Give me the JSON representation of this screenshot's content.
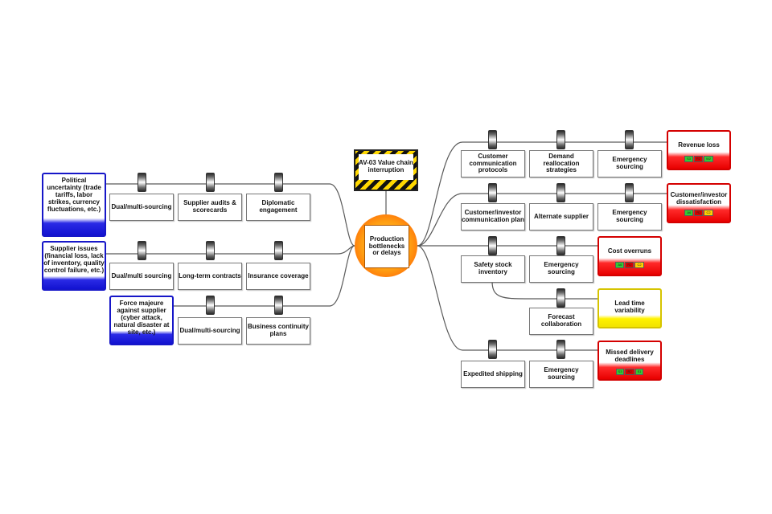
{
  "hazard": {
    "label": "AV-03 Value chain interruption"
  },
  "top_event": {
    "label": "Production bottlenecks or delays"
  },
  "threats": [
    {
      "label": "Political uncertainty (trade tariffs, labor strikes, currency fluctuations, etc.)",
      "barriers": [
        "Dual/multi-sourcing",
        "Supplier audits & scorecards",
        "Diplomatic engagement"
      ]
    },
    {
      "label": "Supplier issues (financial loss, lack of inventory, quality control failure, etc.)",
      "barriers": [
        "Dual/multi sourcing",
        "Long-term contracts",
        "Insurance coverage"
      ]
    },
    {
      "label": "Force majeure against supplier (cyber attack, natural disaster at site, etc.)",
      "barriers": [
        "Dual/multi-sourcing",
        "Business continuity plans"
      ]
    }
  ],
  "consequences": [
    {
      "label": "Revenue loss",
      "color": "#d40000",
      "badges": [
        {
          "text": "S3",
          "color": "#33cc33"
        },
        {
          "text": "R2",
          "color": "#dd0000"
        },
        {
          "text": "W2",
          "color": "#33cc33"
        }
      ],
      "barriers": [
        "Customer communication protocols",
        "Demand reallocation strategies",
        "Emergency sourcing"
      ]
    },
    {
      "label": "Customer/investor dissatisfaction",
      "color": "#d40000",
      "badges": [
        {
          "text": "A6",
          "color": "#33cc33"
        },
        {
          "text": "R2",
          "color": "#dd0000"
        },
        {
          "text": "C2",
          "color": "#ffd000"
        }
      ],
      "barriers": [
        "Customer/investor communication plan",
        "Alternate supplier",
        "Emergency sourcing"
      ]
    },
    {
      "label": "Cost overruns",
      "color": "#d40000",
      "badges": [
        {
          "text": "A6",
          "color": "#33cc33"
        },
        {
          "text": "R2",
          "color": "#dd0000"
        },
        {
          "text": "C2",
          "color": "#ffd000"
        }
      ],
      "barriers": [
        "Safety stock inventory",
        "Emergency sourcing"
      ]
    },
    {
      "label": "Lead time variability",
      "color": "#d6c400",
      "badges": [],
      "barriers": [
        "Forecast collaboration"
      ]
    },
    {
      "label": "Missed delivery deadlines",
      "color": "#d40000",
      "badges": [
        {
          "text": "S3",
          "color": "#33cc33"
        },
        {
          "text": "R2",
          "color": "#dd0000"
        },
        {
          "text": "S1",
          "color": "#33cc33"
        }
      ],
      "barriers": [
        "Expedited shipping",
        "Emergency sourcing"
      ]
    }
  ]
}
